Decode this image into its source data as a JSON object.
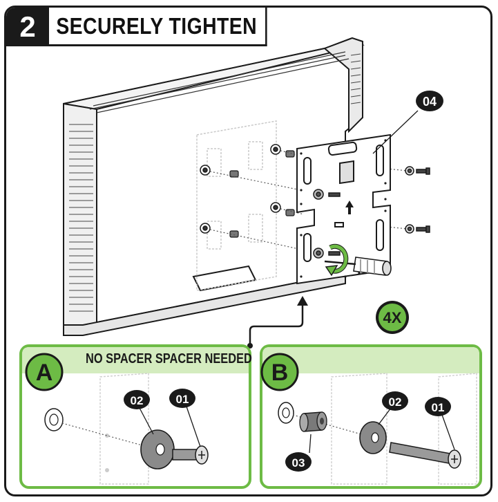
{
  "step": {
    "number": "2",
    "title": "SECURELY TIGHTEN"
  },
  "callouts": {
    "bracket": "04",
    "quantity": "4X"
  },
  "panel_a": {
    "letter": "A",
    "title": "NO SPACER SPACER NEEDED",
    "washer": "02",
    "screw": "01"
  },
  "panel_b": {
    "letter": "B",
    "spacer": "03",
    "washer": "02",
    "screw": "01"
  },
  "colors": {
    "accent_green": "#6dbb45",
    "panel_green_fill": "#d4ecbf",
    "ink": "#1a1a1a",
    "gray": "#c8c8c8"
  }
}
